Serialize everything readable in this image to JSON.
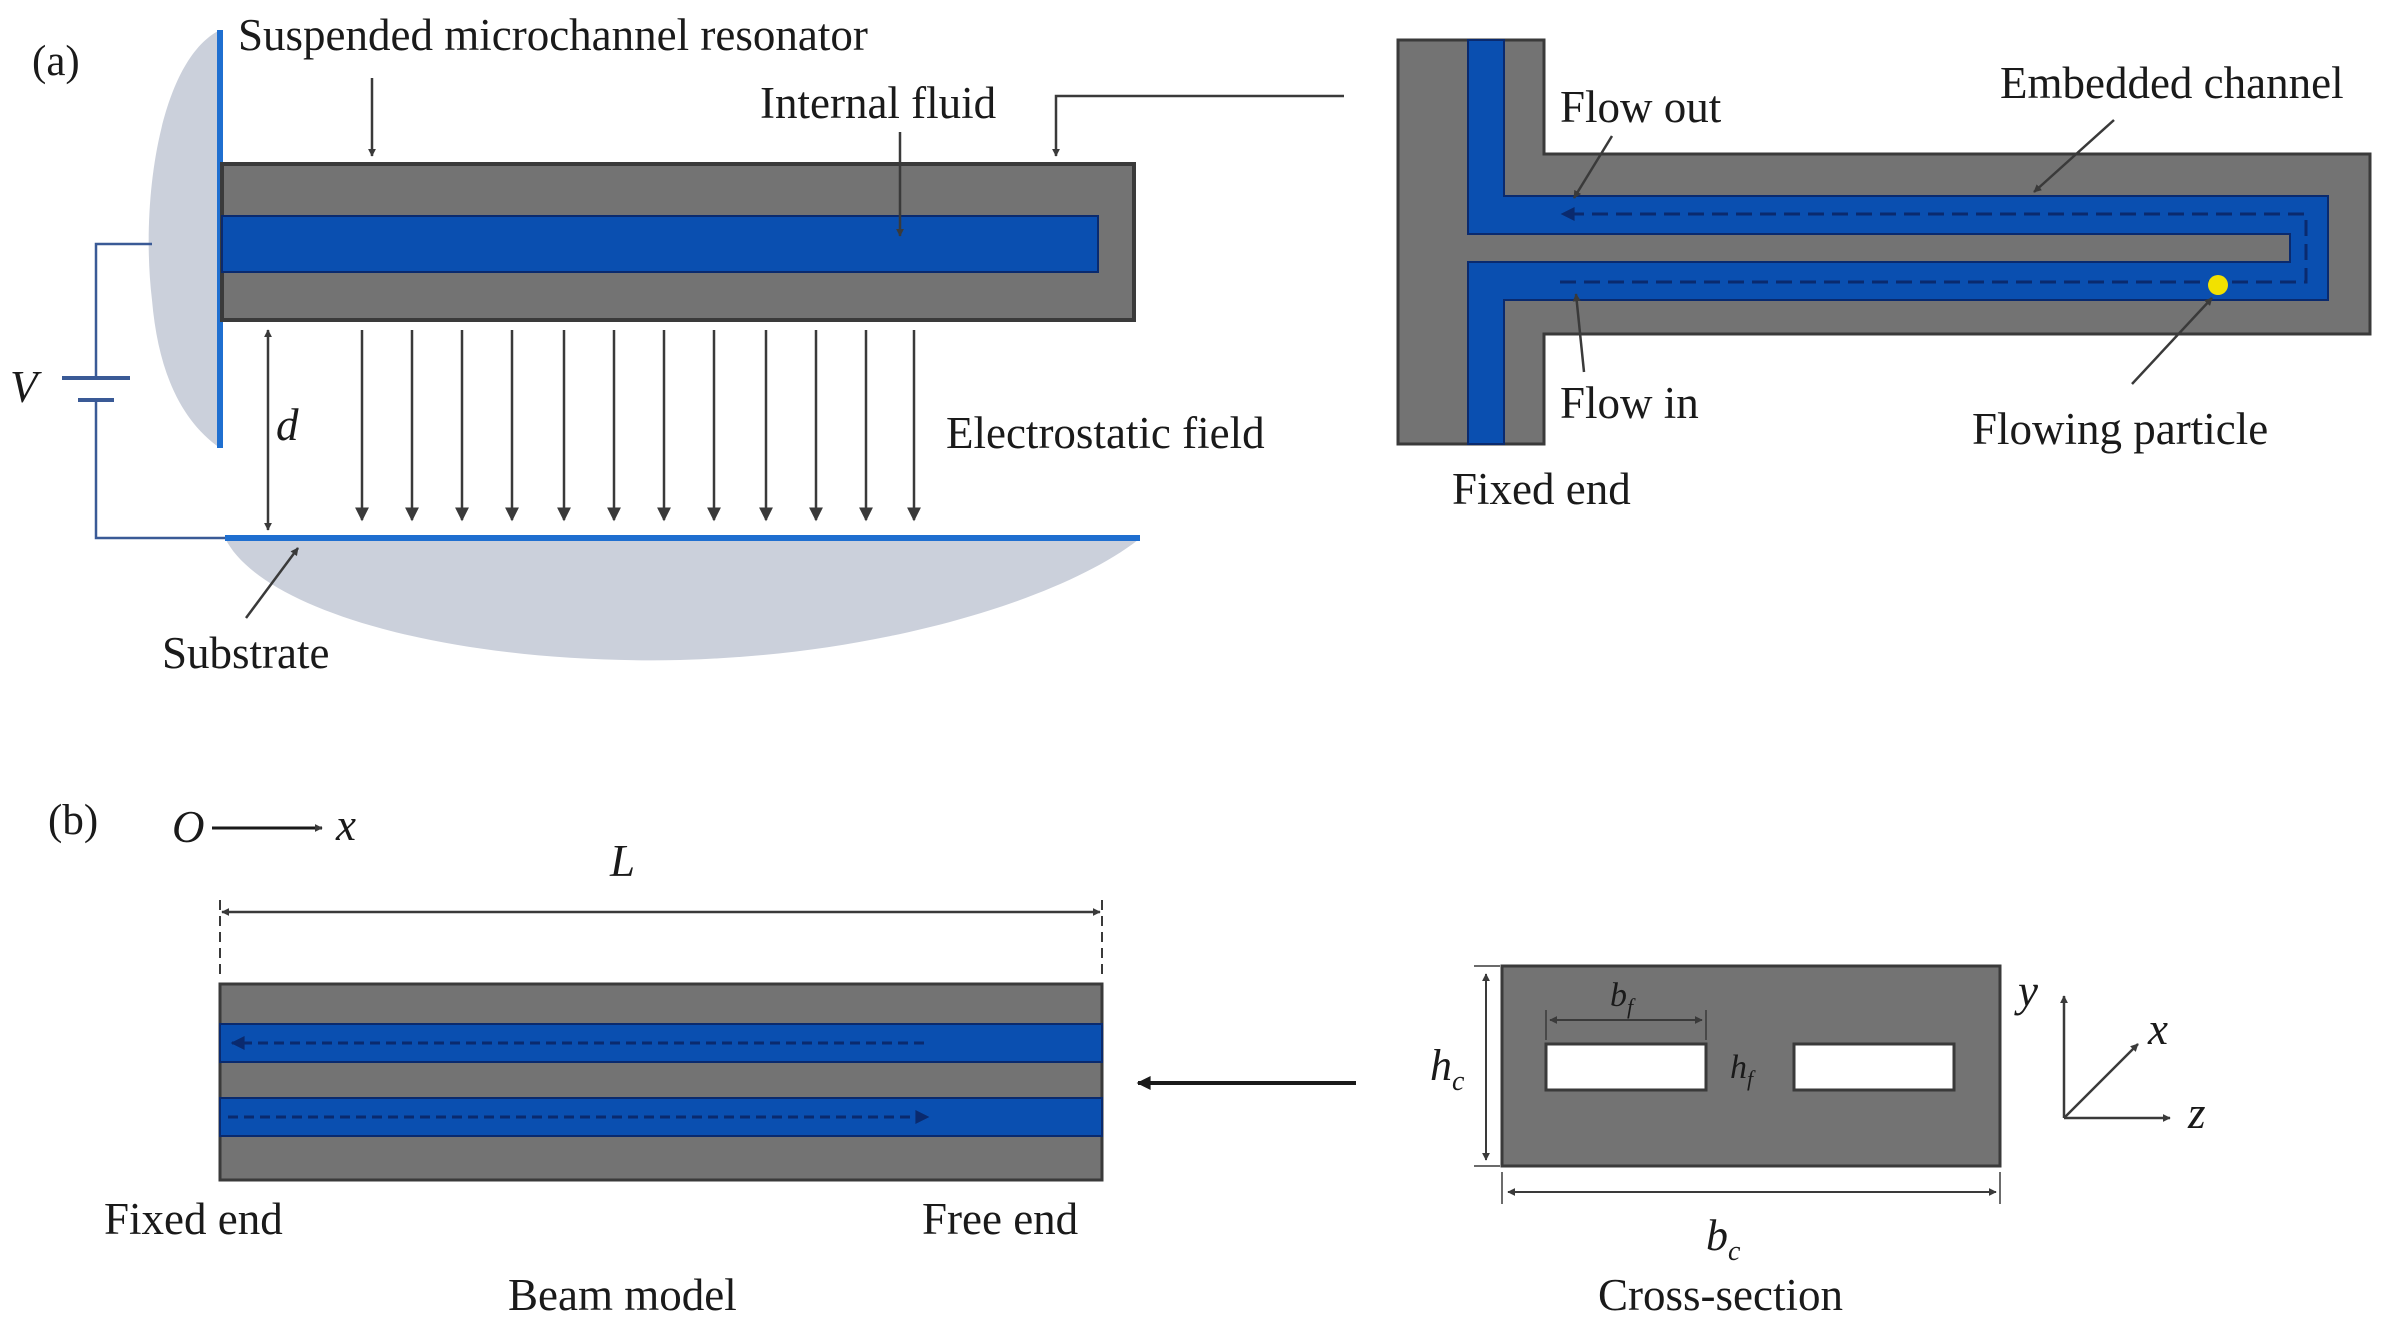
{
  "colors": {
    "beam_gray": "#737373",
    "fluid_blue": "#0a4fb0",
    "electrode_blue": "#1f6fd0",
    "shadow": "#cbd0db",
    "wire": "#3a5a96",
    "arrow": "#3a3a3a",
    "particle": "#f2e100"
  },
  "panel_a": {
    "label": "(a)",
    "resonator": "Suspended microchannel resonator",
    "internal_fluid": "Internal fluid",
    "voltage": "V",
    "gap": "d",
    "field": "Electrostatic field",
    "substrate": "Substrate",
    "flow_out": "Flow out",
    "embedded_channel": "Embedded channel",
    "flow_in": "Flow in",
    "flowing_particle": "Flowing particle",
    "fixed_end": "Fixed end"
  },
  "panel_b": {
    "label": "(b)",
    "origin": "O",
    "x_axis": "x",
    "length": "L",
    "fixed_end": "Fixed end",
    "free_end": "Free end",
    "beam_model": "Beam model",
    "cross_section": "Cross-section",
    "bf_base": "b",
    "bf_sub": "f",
    "hf_base": "h",
    "hf_sub": "f",
    "hc_base": "h",
    "hc_sub": "c",
    "bc_base": "b",
    "bc_sub": "c",
    "axis_y": "y",
    "axis_x": "x",
    "axis_z": "z"
  }
}
